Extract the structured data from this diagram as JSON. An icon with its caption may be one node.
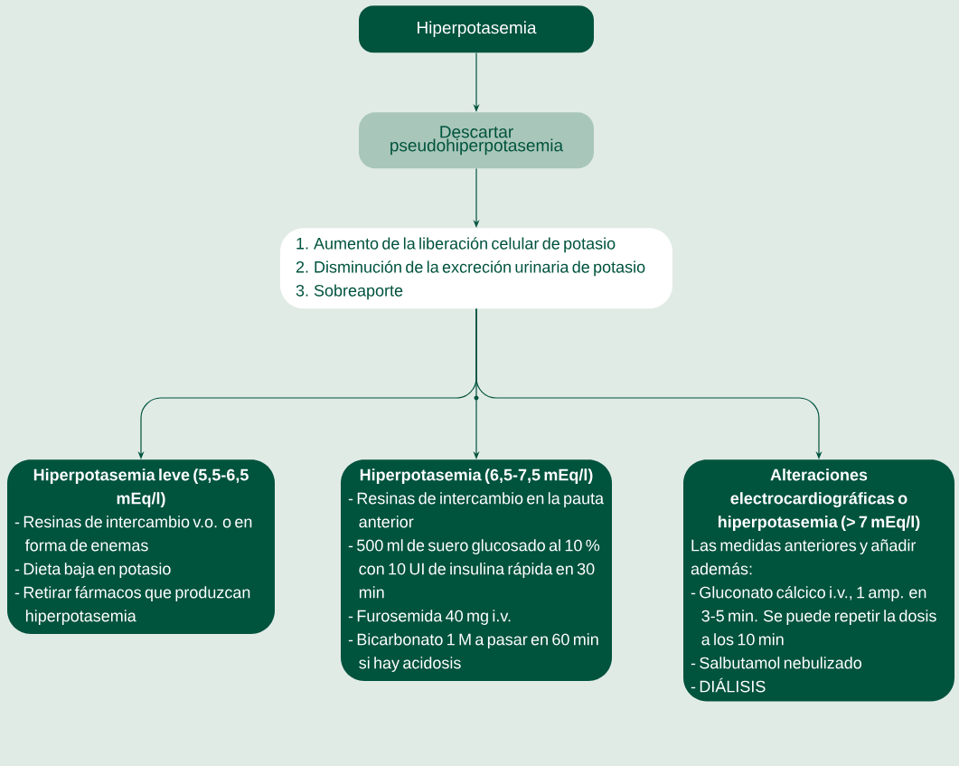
{
  "diagram": {
    "nodes": [
      {
        "text": [
          "Hiperpotasemia"
        ]
      },
      {
        "text": [
          "Descartar pseudohiperpotasemia"
        ]
      },
      {
        "text": [
          "1. Aumento de la liberación celular de potasio",
          "2. Disminución de la excreción urinaria de potasio",
          "3. Sobreaporte"
        ]
      },
      {
        "text": [
          "Hiperpotasemia leve (5,5-6,5 mEq/l)",
          "- Resinas de intercambio v.o. o en forma de enemas",
          "- Dieta baja en potasio",
          "- Retirar fármacos que produzcan hiperpotasemia"
        ]
      },
      {
        "text": [
          "Hiperpotasemia (6,5-7,5 mEq/l)",
          "- Resinas de intercambio en la pauta anterior",
          "- 500 ml de suero glucosado al 10 % con 10 UI de insulina rápida en 30 min",
          "- Furosemida 40 mg i.v.",
          "- Bicarbonato 1 M a pasar en 60 min si hay acidosis"
        ]
      },
      {
        "text": [
          "Alteraciones electrocardiográficas o hiperpotasemia (> 7 mEq/l)",
          "Las medidas anteriores y añadir además:",
          "- Gluconato cálcico i.v., 1 amp. en 3-5 min. Se puede repetir la dosis a los 10 min",
          "- Salbutamol nebulizado",
          "- DIÁLISIS"
        ]
      }
    ],
    "edges": [
      {
        "from": 0,
        "to": 1,
        "arrow": "to"
      },
      {
        "from": 1,
        "to": 2,
        "arrow": "to"
      },
      {
        "from": 2,
        "to": 3,
        "arrow": "to"
      },
      {
        "from": 2,
        "to": 4,
        "arrow": "to"
      },
      {
        "from": 2,
        "to": 5,
        "arrow": "to"
      }
    ]
  }
}
